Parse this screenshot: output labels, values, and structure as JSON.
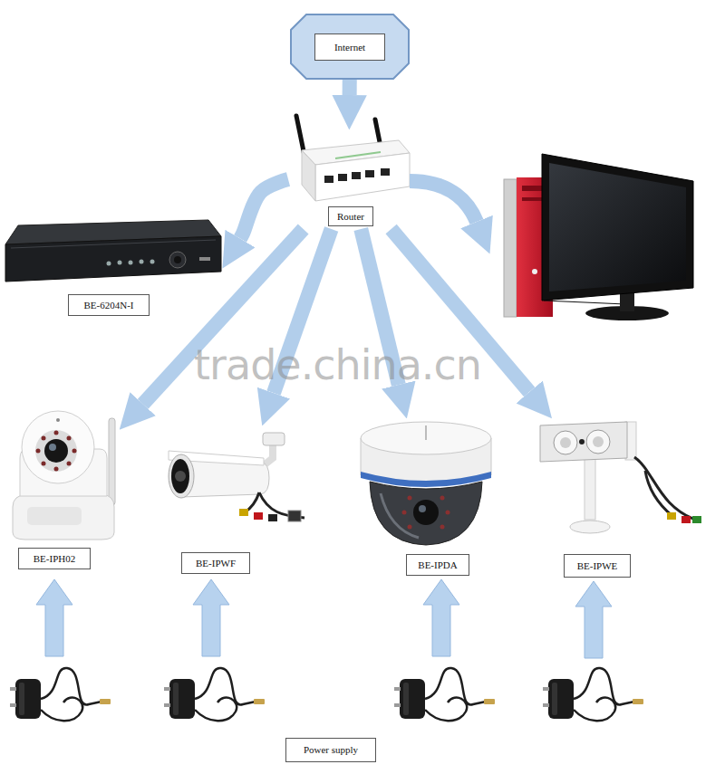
{
  "diagram": {
    "nodes": [
      {
        "text": [
          "Internet"
        ]
      },
      {
        "text": [
          "Router"
        ]
      },
      {
        "text": [
          "BE-6204N-I"
        ]
      },
      {
        "text": [
          "BE-IPH02"
        ]
      },
      {
        "text": [
          "BE-IPWF"
        ]
      },
      {
        "text": [
          "BE-IPDA"
        ]
      },
      {
        "text": [
          "BE-IPWE"
        ]
      },
      {
        "text": [
          "Power supply"
        ]
      }
    ],
    "edges": [
      {
        "from": 0,
        "to": 1,
        "arrow": "to"
      },
      {
        "from": 1,
        "to": 2,
        "arrow": "to"
      },
      {
        "from": 1,
        "to": 3,
        "arrow": "to"
      },
      {
        "from": 1,
        "to": 4,
        "arrow": "to"
      },
      {
        "from": 1,
        "to": 5,
        "arrow": "to"
      },
      {
        "from": 1,
        "to": 6,
        "arrow": "to"
      }
    ],
    "labels": [
      "trade.china.cn"
    ]
  }
}
